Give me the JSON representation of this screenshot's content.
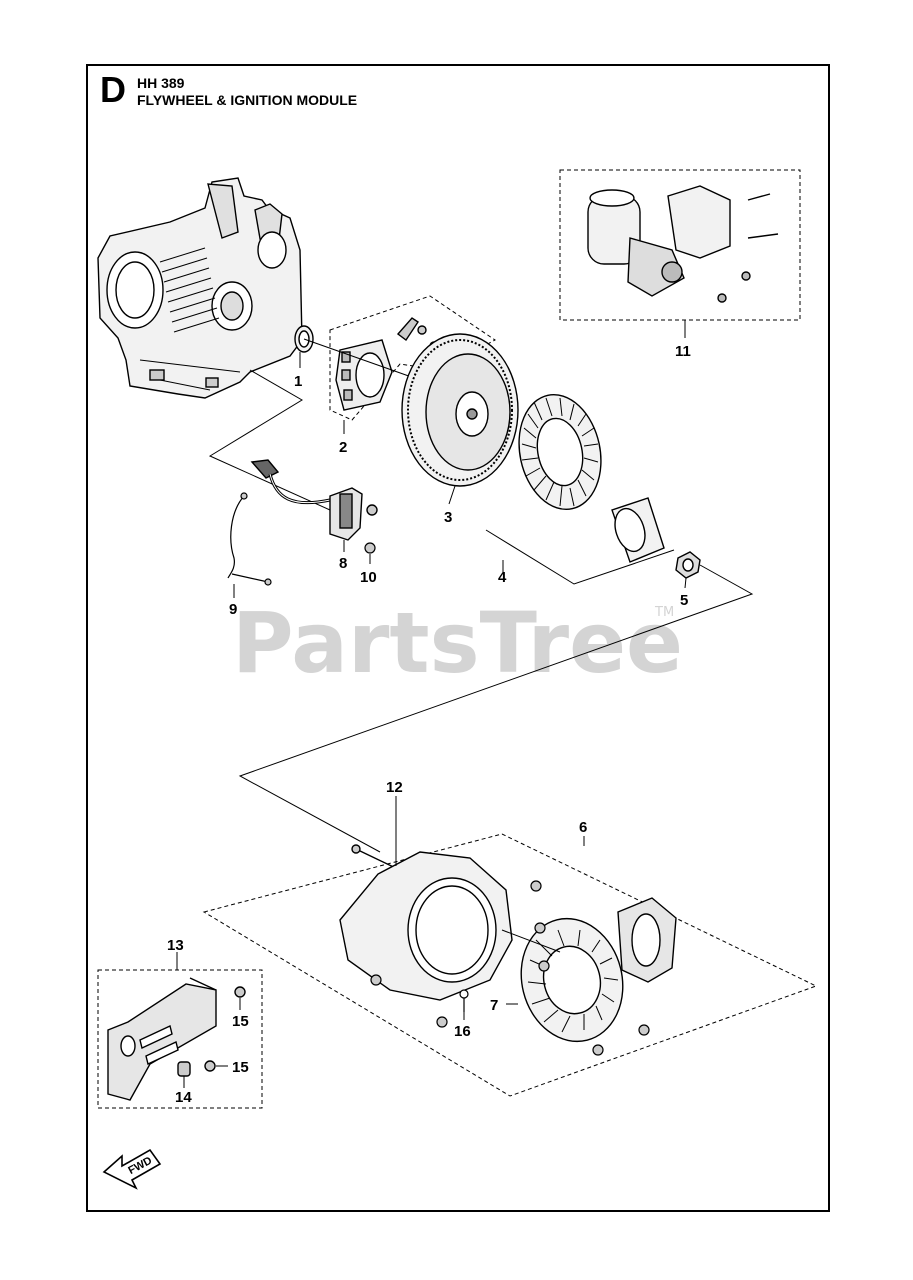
{
  "header": {
    "section_letter": "D",
    "model": "HH 389",
    "title": "FLYWHEEL & IGNITION MODULE"
  },
  "watermark": {
    "text": "PartsTree",
    "trademark": "TM"
  },
  "fwd_arrow": {
    "label": "FWD"
  },
  "callouts": {
    "c1": "1",
    "c2": "2",
    "c3": "3",
    "c4": "4",
    "c5": "5",
    "c6": "6",
    "c7": "7",
    "c8": "8",
    "c9": "9",
    "c10": "10",
    "c11": "11",
    "c12": "12",
    "c13": "13",
    "c14": "14",
    "c15a": "15",
    "c15b": "15",
    "c16": "16"
  },
  "colors": {
    "line": "#000000",
    "part_fill": "#f2f2f2",
    "part_shade": "#9a9a9a",
    "watermark": "#d4d4d4"
  }
}
